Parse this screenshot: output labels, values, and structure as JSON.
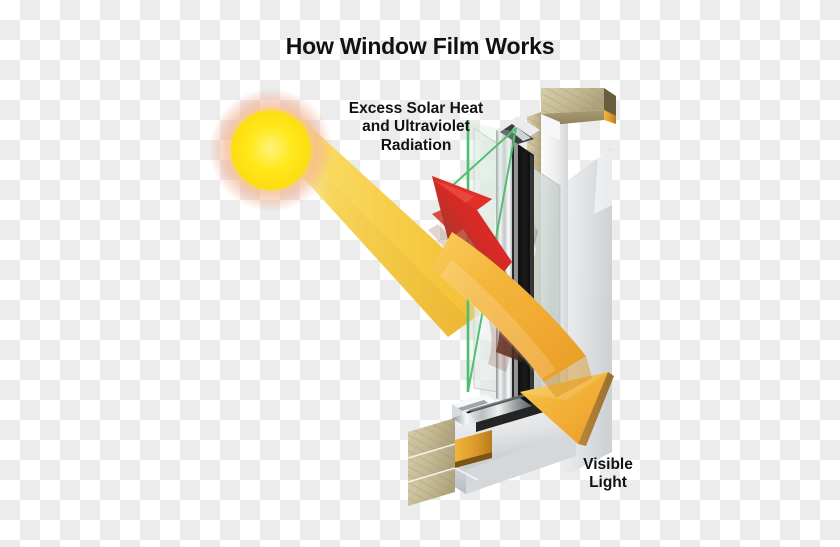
{
  "title": "How Window Film Works",
  "labels": {
    "solar": "Excess Solar Heat\nand Ultraviolet\nRadiation",
    "visible": "Visible\nLight"
  },
  "icons": {
    "sun": "sun-icon",
    "incoming_beam": "solar-beam-icon",
    "reflected_arrow": "red-reflection-arrow-icon",
    "transmitted_arrow": "orange-visible-light-arrow-icon",
    "film_line": "window-film-plane-icon",
    "window": "window-cutaway-icon"
  },
  "colors": {
    "sun_core": "#FFE81A",
    "sun_glow": "#F3B28A",
    "beam_yellow": "#F7CE4B",
    "beam_amber": "#F2B63A",
    "reflected_red": "#DA2128",
    "reflected_dark": "#7E3A2A",
    "transmitted_orange": "#F0A830",
    "transmitted_dark": "#C8861F",
    "film_green": "#4FBE6E",
    "frame_white": "#F2F2F2",
    "frame_grey": "#C9CACC",
    "glazing_black": "#1C1C1C",
    "wall_tan": "#C8BE9B",
    "wall_shadow": "#6B5B3E",
    "cavity_gold": "#E8A92B",
    "text": "#121212"
  }
}
